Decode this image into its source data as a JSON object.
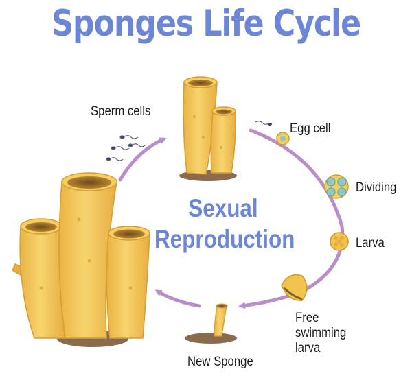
{
  "title": "Sponges Life Cycle",
  "center": {
    "line1": "Sexual",
    "line2": "Reproduction"
  },
  "stages": {
    "sperm": "Sperm cells",
    "egg": "Egg cell",
    "dividing": "Dividing",
    "larva": "Larva",
    "free_line1": "Free",
    "free_line2": "swimming",
    "free_line3": "larva",
    "new_sponge": "New Sponge"
  },
  "colors": {
    "title": "#6c86d8",
    "cycle_arrow": "#b98ec6",
    "sponge_body": "#f2c75a",
    "sponge_shadow": "#e0a93a",
    "soil": "#8a6b4d",
    "cell_green": "#8fc8c2"
  },
  "icons": [
    "sponge-illustration",
    "sperm-cells-icon",
    "egg-cell-icon",
    "dividing-cells-icon",
    "larva-icon",
    "free-swimming-larva-icon",
    "cycle-arrow"
  ]
}
